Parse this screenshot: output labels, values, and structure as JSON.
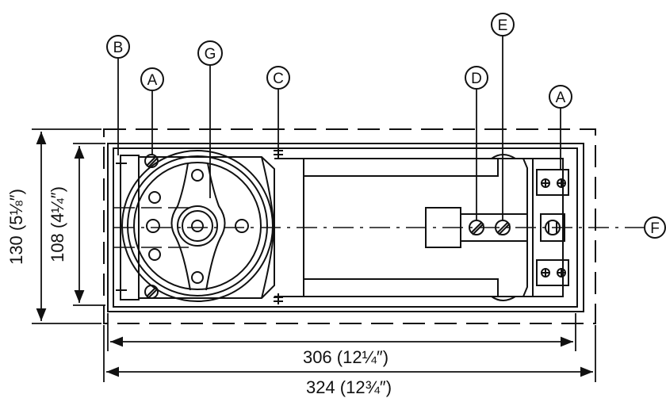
{
  "callouts": {
    "a_left": "A",
    "a_right": "A",
    "b": "B",
    "c": "C",
    "d": "D",
    "e": "E",
    "f": "F",
    "g": "G"
  },
  "dimensions": {
    "height_outer": "130 (5⅛″)",
    "height_inner": "108 (4¼″)",
    "width_inner": "306 (12¼″)",
    "width_outer": "324 (12¾″)"
  },
  "colors": {
    "line": "#111111",
    "background": "#ffffff"
  }
}
